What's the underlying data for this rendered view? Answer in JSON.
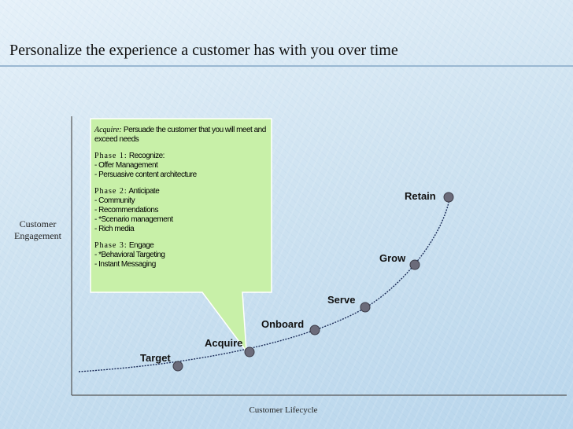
{
  "title": "Personalize the experience a customer has with you over time",
  "y_axis_label": "Customer Engagement",
  "x_axis_label": "Customer Lifecycle",
  "stages": [
    "Target",
    "Acquire",
    "Onboard",
    "Serve",
    "Grow",
    "Retain"
  ],
  "callout": {
    "intro_title": "Acquire:",
    "intro_text": "Persuade the customer that you will meet and exceed needs",
    "phase1_title": "Phase 1:",
    "phase1_name": "Recognize:",
    "phase1_items": [
      "Offer Management",
      "Persuasive content architecture"
    ],
    "phase2_title": "Phase 2:",
    "phase2_name": "Anticipate",
    "phase2_items": [
      "Community",
      "Recommendations",
      "*Scenario management",
      "Rich media"
    ],
    "phase3_title": "Phase 3:",
    "phase3_name": "Engage",
    "phase3_items": [
      "*Behavioral Targeting",
      "Instant Messaging"
    ]
  },
  "colors": {
    "callout_fill": "#c8f0a8",
    "dot": "#6b6b7a",
    "axis": "#555555"
  }
}
